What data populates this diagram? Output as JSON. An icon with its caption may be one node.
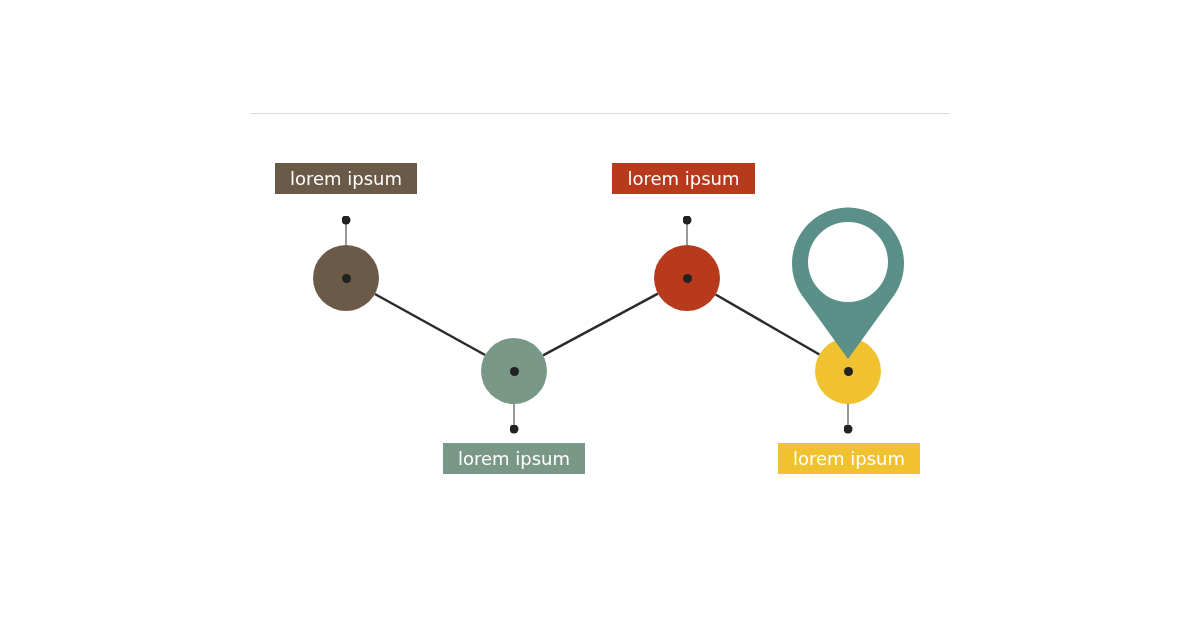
{
  "diagram": {
    "nodes": [
      {
        "text": [
          "lorem ipsum"
        ]
      },
      {
        "text": [
          "lorem ipsum"
        ]
      },
      {
        "text": [],
        "shape": "circle"
      },
      {
        "text": [],
        "shape": "circle"
      },
      {
        "text": [],
        "shape": "circle"
      },
      {
        "text": [],
        "shape": "circle"
      },
      {
        "text": [
          "lorem ipsum"
        ]
      },
      {
        "text": [
          "lorem ipsum"
        ]
      }
    ],
    "edges": [
      {
        "from": 2,
        "to": 3,
        "arrow": "none"
      },
      {
        "from": 3,
        "to": 4,
        "arrow": "none"
      },
      {
        "from": 4,
        "to": 5,
        "arrow": "none"
      },
      {
        "from": 0,
        "to": 2,
        "arrow": "other"
      },
      {
        "from": 6,
        "to": 3,
        "arrow": "other"
      },
      {
        "from": 1,
        "to": 4,
        "arrow": "other"
      },
      {
        "from": 7,
        "to": 5,
        "arrow": "other"
      }
    ]
  }
}
